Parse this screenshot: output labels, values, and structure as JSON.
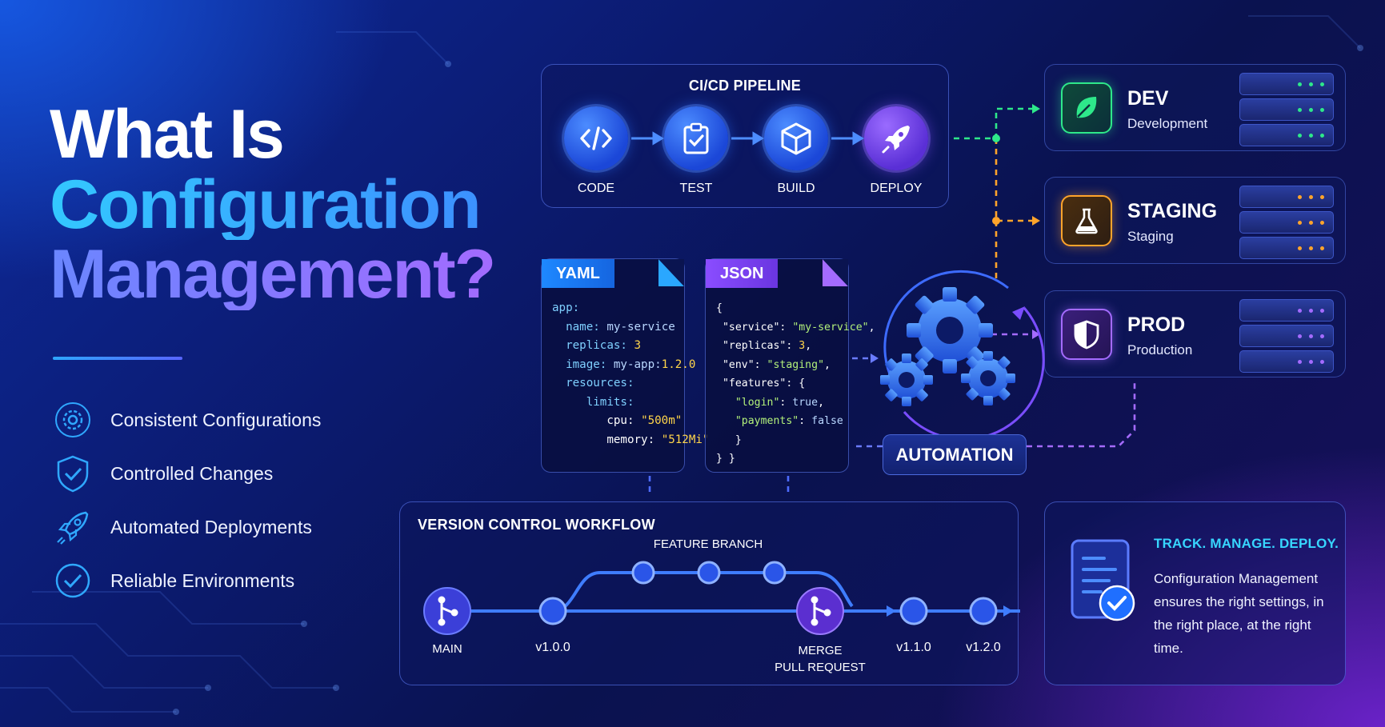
{
  "title": {
    "line1": "What Is",
    "line2": "Configuration",
    "line3": "Management?"
  },
  "features": [
    {
      "label": "Consistent Configurations",
      "icon": "gear-icon"
    },
    {
      "label": "Controlled Changes",
      "icon": "shield-check-icon"
    },
    {
      "label": "Automated Deployments",
      "icon": "rocket-icon"
    },
    {
      "label": "Reliable Environments",
      "icon": "check-circle-icon"
    }
  ],
  "pipeline": {
    "title": "CI/CD PIPELINE",
    "stages": [
      {
        "label": "CODE",
        "icon": "code-icon"
      },
      {
        "label": "TEST",
        "icon": "clipboard-check-icon"
      },
      {
        "label": "BUILD",
        "icon": "cube-icon"
      },
      {
        "label": "DEPLOY",
        "icon": "rocket-icon"
      }
    ]
  },
  "environments": [
    {
      "name": "DEV",
      "sub": "Development",
      "icon": "leaf-icon",
      "color": "#2ee88a"
    },
    {
      "name": "STAGING",
      "sub": "Staging",
      "icon": "flask-icon",
      "color": "#ffa42b"
    },
    {
      "name": "PROD",
      "sub": "Production",
      "icon": "shield-icon",
      "color": "#a46bff"
    }
  ],
  "yaml": {
    "tab": "YAML",
    "lines": {
      "l1k": "app:",
      "l2k": "name:",
      "l2v": "my-service",
      "l3k": "replicas:",
      "l3v": "3",
      "l4k": "image:",
      "l4a": "my-app:",
      "l4v": "1.2.0",
      "l5k": "resources:",
      "l6k": "limits:",
      "l7k": "cpu:",
      "l7v": "\"500m\"",
      "l8k": "memory:",
      "l8v": "\"512Mi\""
    }
  },
  "json": {
    "tab": "JSON",
    "lines": {
      "open": "{",
      "l2k": "\"service\"",
      "l2v": "\"my-service\"",
      "l3k": "\"replicas\"",
      "l3v": "3",
      "l4k": "\"env\"",
      "l4v": "\"staging\"",
      "l5k": "\"features\"",
      "l5b": "{",
      "l6k": "\"login\"",
      "l6v": "true",
      "l7k": "\"payments\"",
      "l7v": "false",
      "l8": "}",
      "l9": "} }"
    }
  },
  "automation": {
    "label": "AUTOMATION"
  },
  "version_control": {
    "title": "VERSION CONTROL WORKFLOW",
    "feature_branch": "FEATURE BRANCH",
    "main": "MAIN",
    "merge": "MERGE",
    "pull_request": "PULL REQUEST",
    "versions": [
      "v1.0.0",
      "v1.1.0",
      "v1.2.0"
    ]
  },
  "info": {
    "title": "TRACK. MANAGE. DEPLOY.",
    "text": "Configuration Management ensures the right settings, in the right place, at the right time."
  },
  "colors": {
    "accent_blue": "#2f7dff",
    "accent_cyan": "#37d6ff",
    "accent_purple": "#8f5bff",
    "dev": "#2ee88a",
    "staging": "#ffa42b",
    "prod": "#a46bff"
  }
}
